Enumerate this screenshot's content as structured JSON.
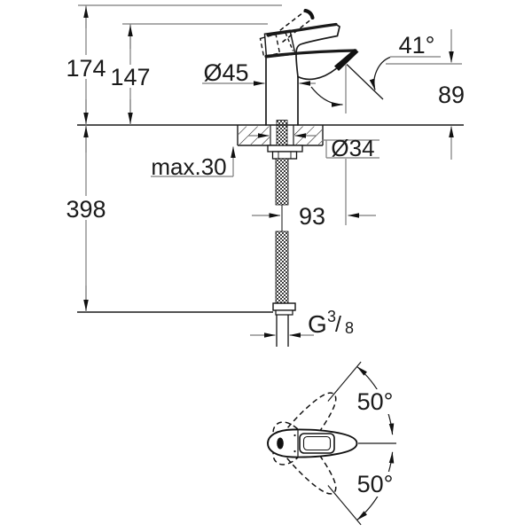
{
  "drawing": {
    "kind": "faucet-installation-dimension-drawing",
    "colors": {
      "outline": "#1a1a1a",
      "dimension_line": "#7b7b7b",
      "background": "#ffffff"
    },
    "side_view": {
      "dimensions": {
        "overall_height": "174",
        "height_to_lever": "147",
        "body_diameter": "Ø45",
        "spout_angle": "41°",
        "spout_outlet_height": "89",
        "hole_diameter": "Ø34",
        "deck_thickness": "max.30",
        "overall_depth_below": "398",
        "spout_projection": "93",
        "thread_g": "G",
        "thread_sup": "3",
        "thread_slash": "/",
        "thread_sub": "8"
      }
    },
    "top_view": {
      "swivel_upper": "50°",
      "swivel_lower": "50°"
    }
  }
}
